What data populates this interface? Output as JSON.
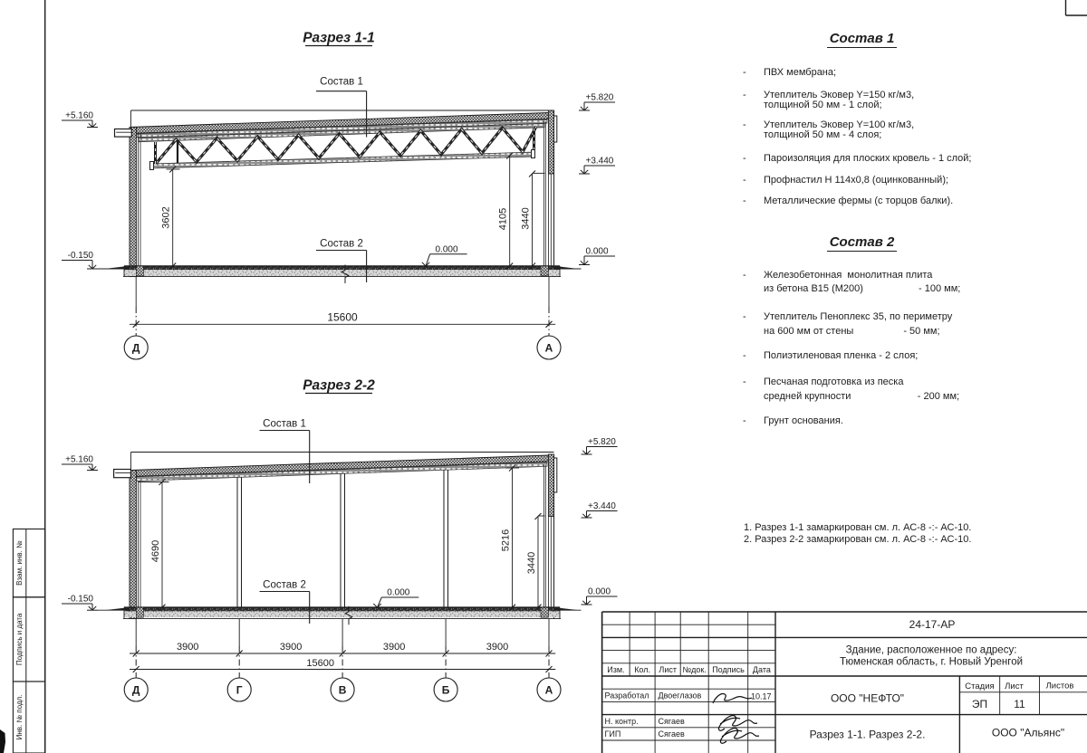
{
  "drawing": {
    "s1": {
      "title": "Разрез 1-1",
      "comp1_label": "Состав 1",
      "comp2_label": "Состав 2",
      "dim_left": "3602",
      "dim_right": "4105",
      "dim_wall": "3440",
      "dim_total": "15600",
      "lvl_top_left": "+5.160",
      "lvl_bottom_left": "-0.150",
      "lvl_top_right": "+5.820",
      "lvl_mid_right": "+3.440",
      "lvl_zero_mid": "0.000",
      "lvl_zero_right": "0.000",
      "axis_left": "Д",
      "axis_right": "А"
    },
    "s2": {
      "title": "Разрез 2-2",
      "comp1_label": "Состав 1",
      "comp2_label": "Состав 2",
      "dim_left": "4690",
      "dim_right": "5216",
      "dim_wall": "3440",
      "dim_total": "15600",
      "dim_bays": [
        "3900",
        "3900",
        "3900",
        "3900"
      ],
      "lvl_top_left": "+5.160",
      "lvl_bottom_left": "-0.150",
      "lvl_top_right": "+5.820",
      "lvl_mid_right": "+3.440",
      "lvl_zero_mid": "0.000",
      "lvl_zero_right": "0.000",
      "axes": [
        "Д",
        "Г",
        "В",
        "Б",
        "А"
      ]
    }
  },
  "comp1": {
    "title": "Состав 1",
    "items": [
      [
        "ПВХ мембрана;"
      ],
      [
        "Утеплитель Эковер Y=150 кг/м3,",
        "толщиной 50 мм - 1 слой;"
      ],
      [
        "Утеплитель Эковер Y=100 кг/м3,",
        "толщиной 50 мм - 4 слоя;"
      ],
      [
        "Пароизоляция для плоских кровель - 1 слой;"
      ],
      [
        "Профнастил Н 114х0,8 (оцинкованный);"
      ],
      [
        "Металлические фермы (с торцов балки)."
      ]
    ]
  },
  "comp2": {
    "title": "Состав 2",
    "items": [
      [
        "Железобетонная  монолитная плита",
        "из бетона В15 (М200)                    - 100 мм;"
      ],
      [
        "Утеплитель Пеноплекс 35, по периметру",
        "на 600 мм от стены                  - 50 мм;"
      ],
      [
        "Полиэтиленовая пленка - 2 слоя;"
      ],
      [
        "Песчаная подготовка из песка",
        "средней крупности                        - 200 мм;"
      ],
      [
        "Грунт основания."
      ]
    ]
  },
  "notes": [
    "1. Разрез 1-1 замаркирован см. л. АС-8 -:- АС-10.",
    "2. Разрез 2-2 замаркирован см. л. АС-8 -:- АС-10."
  ],
  "frame": {
    "margin_boxes": [
      "Взам. инв. №",
      "Подпись и дата",
      "Инв. № подл."
    ]
  },
  "titleblock": {
    "doc_number": "24-17-АР",
    "object_line1": "Здание, расположенное по адресу:",
    "object_line2": "Тюменская область, г. Новый Уренгой",
    "col_izm": "Изм.",
    "col_kol": "Кол.",
    "col_list": "Лист",
    "col_doc": "№док.",
    "col_sign": "Подпись",
    "col_date": "Дата",
    "row1_role": "Разработал",
    "row1_name": "Двоеглазов",
    "row1_date": "10.17",
    "row2_role": "Н. контр.",
    "row2_name": "Сягаев",
    "row3_role": "ГИП",
    "row3_name": "Сягаев",
    "org": "ООО \"НЕФТО\"",
    "stage_label": "Стадия",
    "sheet_label": "Лист",
    "sheets_label": "Листов",
    "stage": "ЭП",
    "sheet_no": "11",
    "sheets_total": "",
    "sheet_title": "Разрез 1-1. Разрез 2-2.",
    "contractor": "ООО \"Альянс\""
  }
}
